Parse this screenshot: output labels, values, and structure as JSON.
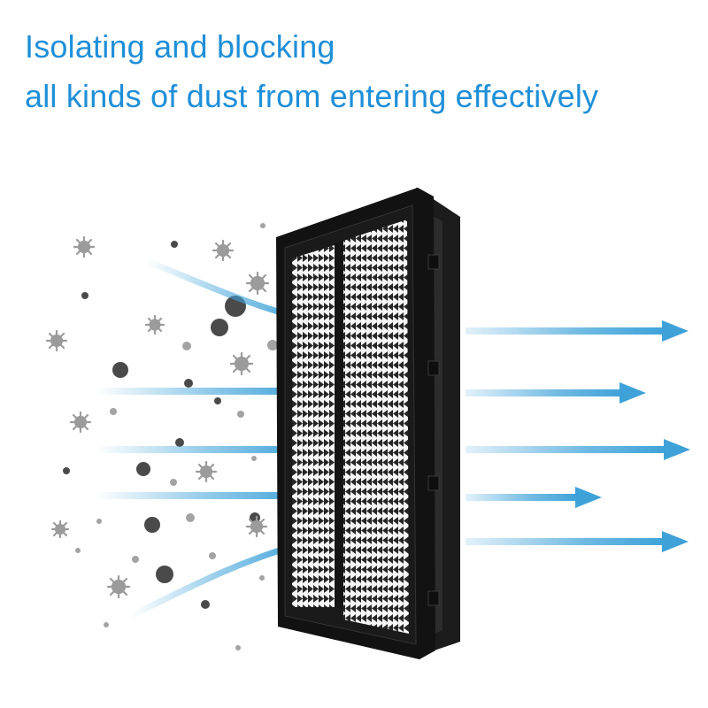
{
  "headline": {
    "line1": "Isolating and blocking",
    "line2": "all kinds of dust from entering effectively"
  },
  "colors": {
    "text": "#1f8fd8",
    "airflow": "#3ea2d9",
    "dust_dark": "#4a4a4a",
    "dust_light": "#9a9a9a",
    "filter_frame": "#111111",
    "filter_media": "#f4f4f4"
  },
  "illustration": {
    "subject": "air-filter",
    "icons": [
      "dust-particle-icon",
      "virus-particle-icon",
      "airflow-arrow-icon"
    ]
  }
}
